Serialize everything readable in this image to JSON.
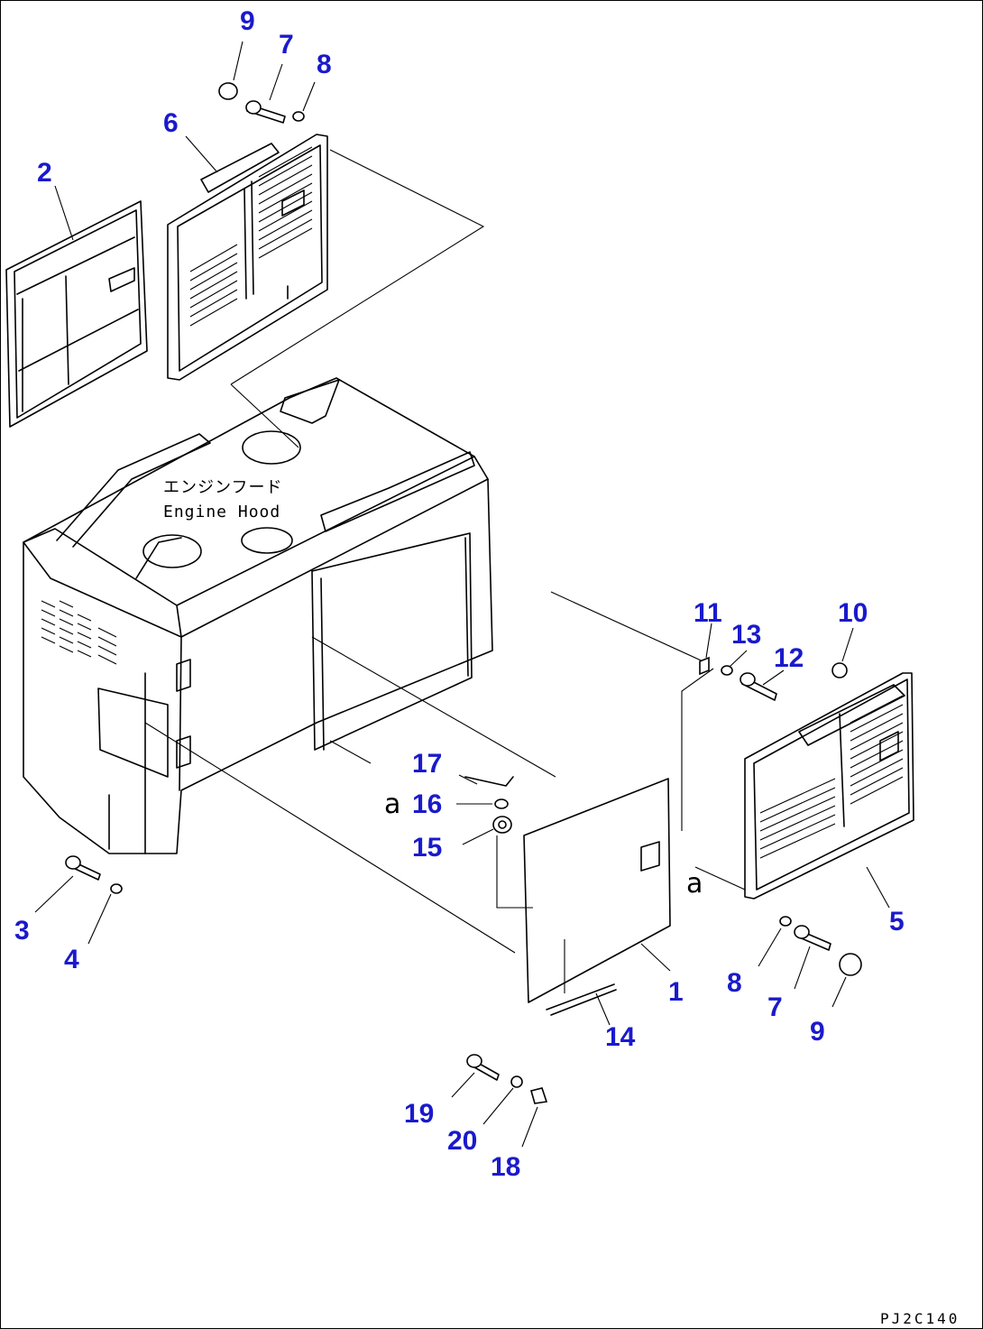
{
  "hood_label": {
    "jp": "エンジンフード",
    "en": "Engine Hood"
  },
  "view_ref": "a",
  "drawing_code": "PJ2C140",
  "callouts": [
    "9",
    "7",
    "8",
    "6",
    "2",
    "3",
    "4",
    "11",
    "13",
    "12",
    "10",
    "17",
    "16",
    "15",
    "1",
    "5",
    "8",
    "7",
    "9",
    "14",
    "19",
    "20",
    "18"
  ]
}
